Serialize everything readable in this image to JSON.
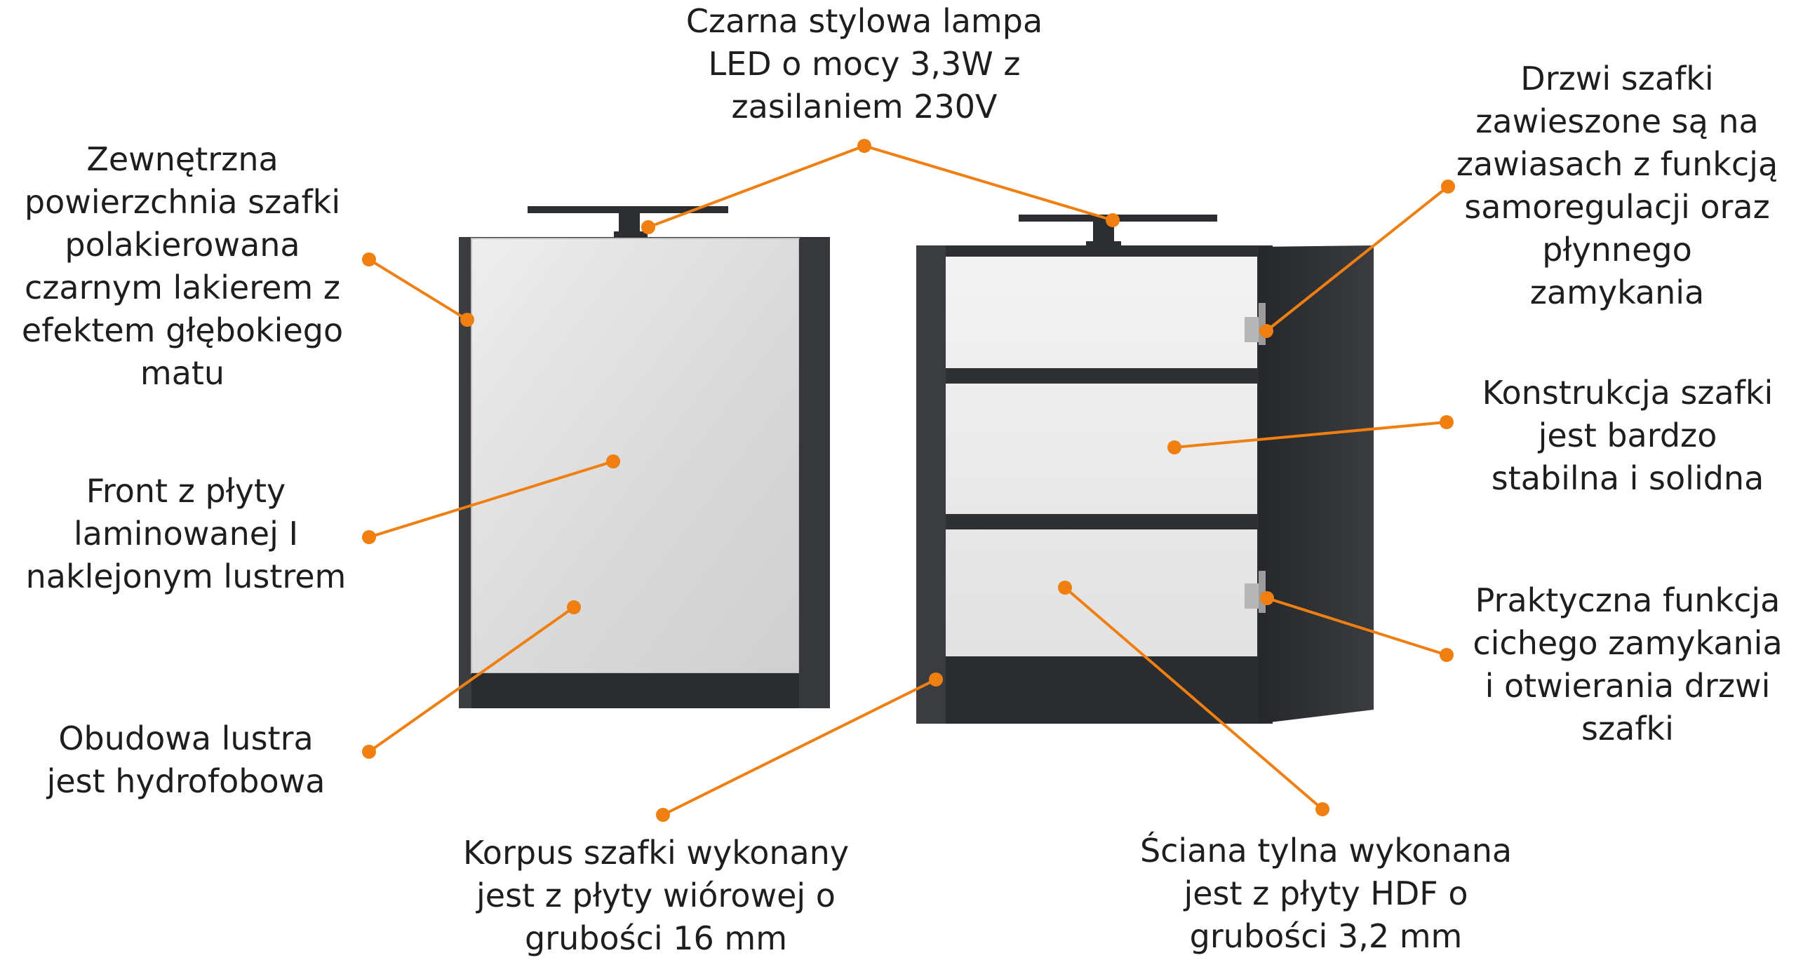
{
  "colors": {
    "accent": "#f07f12",
    "cabinet_dark": "#2d2f32",
    "mirror": "#dcdcdc",
    "interior": "#ececec"
  },
  "annotations": [
    {
      "id": "lamp",
      "lines": [
        "Czarna stylowa lampa",
        "LED o mocy 3,3W z",
        "zasilaniem 230V"
      ]
    },
    {
      "id": "lacquer",
      "lines": [
        "Zewnętrzna",
        "powierzchnia szafki",
        "polakierowana",
        "czarnym lakierem z",
        "efektem głębokiego",
        "matu"
      ]
    },
    {
      "id": "front",
      "lines": [
        "Front z płyty",
        "laminowanej I",
        "naklejonym lustrem"
      ]
    },
    {
      "id": "housing",
      "lines": [
        "Obudowa lustra",
        "jest hydrofobowa"
      ]
    },
    {
      "id": "body",
      "lines": [
        "Korpus szafki wykonany",
        "jest z płyty wiórowej o",
        "grubości 16 mm"
      ]
    },
    {
      "id": "back",
      "lines": [
        "Ściana tylna wykonana",
        "jest z płyty HDF o",
        "grubości 3,2 mm"
      ]
    },
    {
      "id": "door",
      "lines": [
        "Drzwi szafki",
        "zawieszone są na",
        "zawiasach z funkcją",
        "samoregulacji oraz",
        "płynnego",
        "zamykania"
      ]
    },
    {
      "id": "construction",
      "lines": [
        "Konstrukcja szafki",
        "jest bardzo",
        "stabilna i solidna"
      ]
    },
    {
      "id": "softclose",
      "lines": [
        "Praktyczna funkcja",
        "cichego zamykania",
        "i otwierania drzwi",
        "szafki"
      ]
    }
  ]
}
